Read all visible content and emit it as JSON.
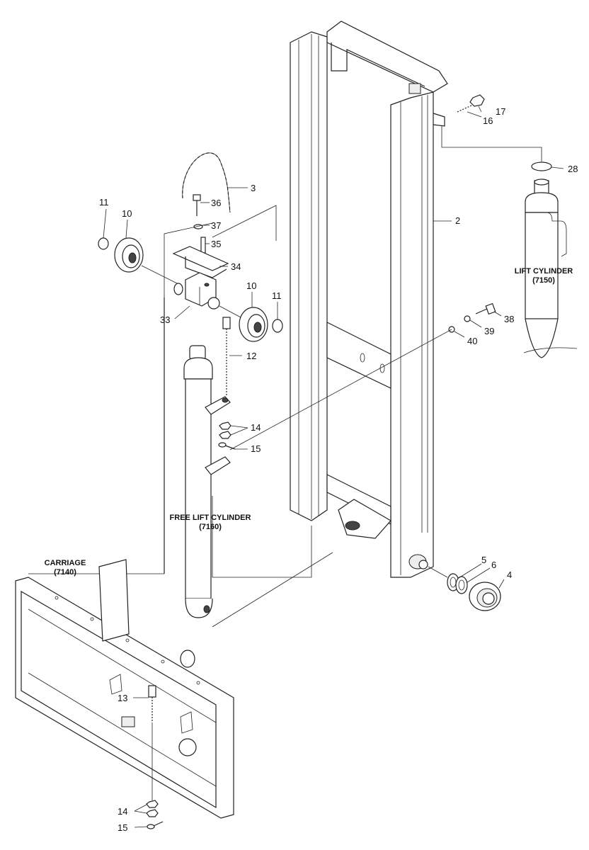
{
  "labels": {
    "p2": "2",
    "p3": "3",
    "p4": "4",
    "p5": "5",
    "p6": "6",
    "p10a": "10",
    "p10b": "10",
    "p11a": "11",
    "p11b": "11",
    "p12": "12",
    "p13": "13",
    "p14a": "14",
    "p14b": "14",
    "p15a": "15",
    "p15b": "15",
    "p16": "16",
    "p17": "17",
    "p28": "28",
    "p33": "33",
    "p34": "34",
    "p35": "35",
    "p36": "36",
    "p37": "37",
    "p38": "38",
    "p39": "39",
    "p40": "40"
  },
  "captions": {
    "lift_cylinder_name": "LIFT CYLINDER",
    "lift_cylinder_code": "(7150)",
    "free_lift_name": "FREE LIFT CYLINDER",
    "free_lift_code": "(7160)",
    "carriage_name": "CARRIAGE",
    "carriage_code": "(7140)"
  }
}
